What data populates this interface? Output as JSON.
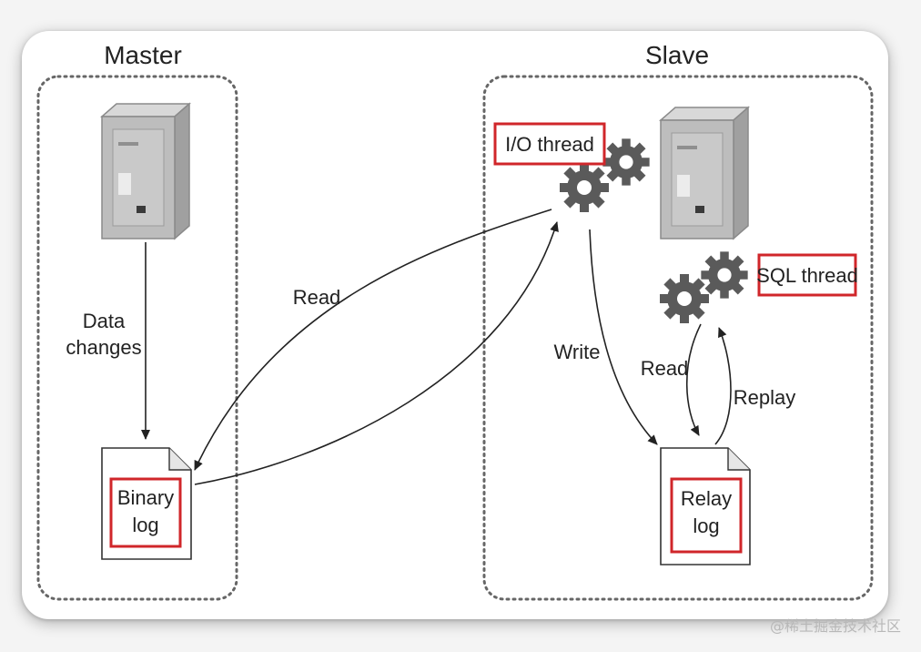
{
  "master": {
    "title": "Master"
  },
  "slave": {
    "title": "Slave"
  },
  "labels": {
    "data_changes_line1": "Data",
    "data_changes_line2": "changes",
    "read_remote": "Read",
    "write": "Write",
    "read_local": "Read",
    "replay": "Replay",
    "io_thread": "I/O thread",
    "sql_thread": "SQL thread",
    "binary_log_line1": "Binary",
    "binary_log_line2": "log",
    "relay_log_line1": "Relay",
    "relay_log_line2": "log"
  },
  "watermark": "@稀土掘金技术社区",
  "colors": {
    "highlight": "#d0262a",
    "gear": "#5a5a5a",
    "server": "#b5b5b5",
    "dotted_border": "#666666"
  }
}
